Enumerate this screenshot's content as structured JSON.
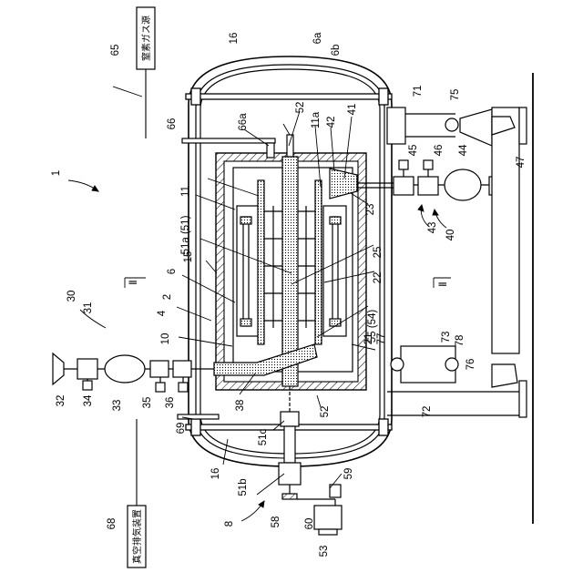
{
  "figure": {
    "labels": {
      "n1": "1",
      "n2": "2",
      "n4": "4",
      "n6": "6",
      "n8": "8",
      "n10": "10",
      "n11": "11",
      "n11a": "11a",
      "n15": "15",
      "n16a": "16",
      "n16b": "16",
      "n21": "21",
      "n22": "22",
      "n23": "23",
      "n25": "25",
      "n30": "30",
      "n31": "31",
      "n32": "32",
      "n33": "33",
      "n34": "34",
      "n35": "35",
      "n36": "36",
      "n38": "38",
      "n40": "40",
      "n41": "41",
      "n42": "42",
      "n43": "43",
      "n44": "44",
      "n45": "45",
      "n46": "46",
      "n47": "47",
      "n51a": "51a (51)",
      "n51b": "51b",
      "n51c": "51c",
      "n52a": "52",
      "n52b": "52",
      "n53": "53",
      "n55": "55 (54)",
      "n58": "58",
      "n59": "59",
      "n60": "60",
      "n65": "65",
      "n66": "66",
      "n66a": "66a",
      "n68": "68",
      "n69": "69",
      "n6a": "6a",
      "n6b": "6b",
      "n71": "71",
      "n72": "72",
      "n73": "73",
      "n75": "75",
      "n76": "76",
      "n77": "77",
      "n78": "78",
      "secA": "Ⅱ",
      "secB": "Ⅱ"
    },
    "boxes": {
      "nitrogen_source": "窒素ガス源",
      "vacuum_device": "真空排気装置"
    }
  }
}
